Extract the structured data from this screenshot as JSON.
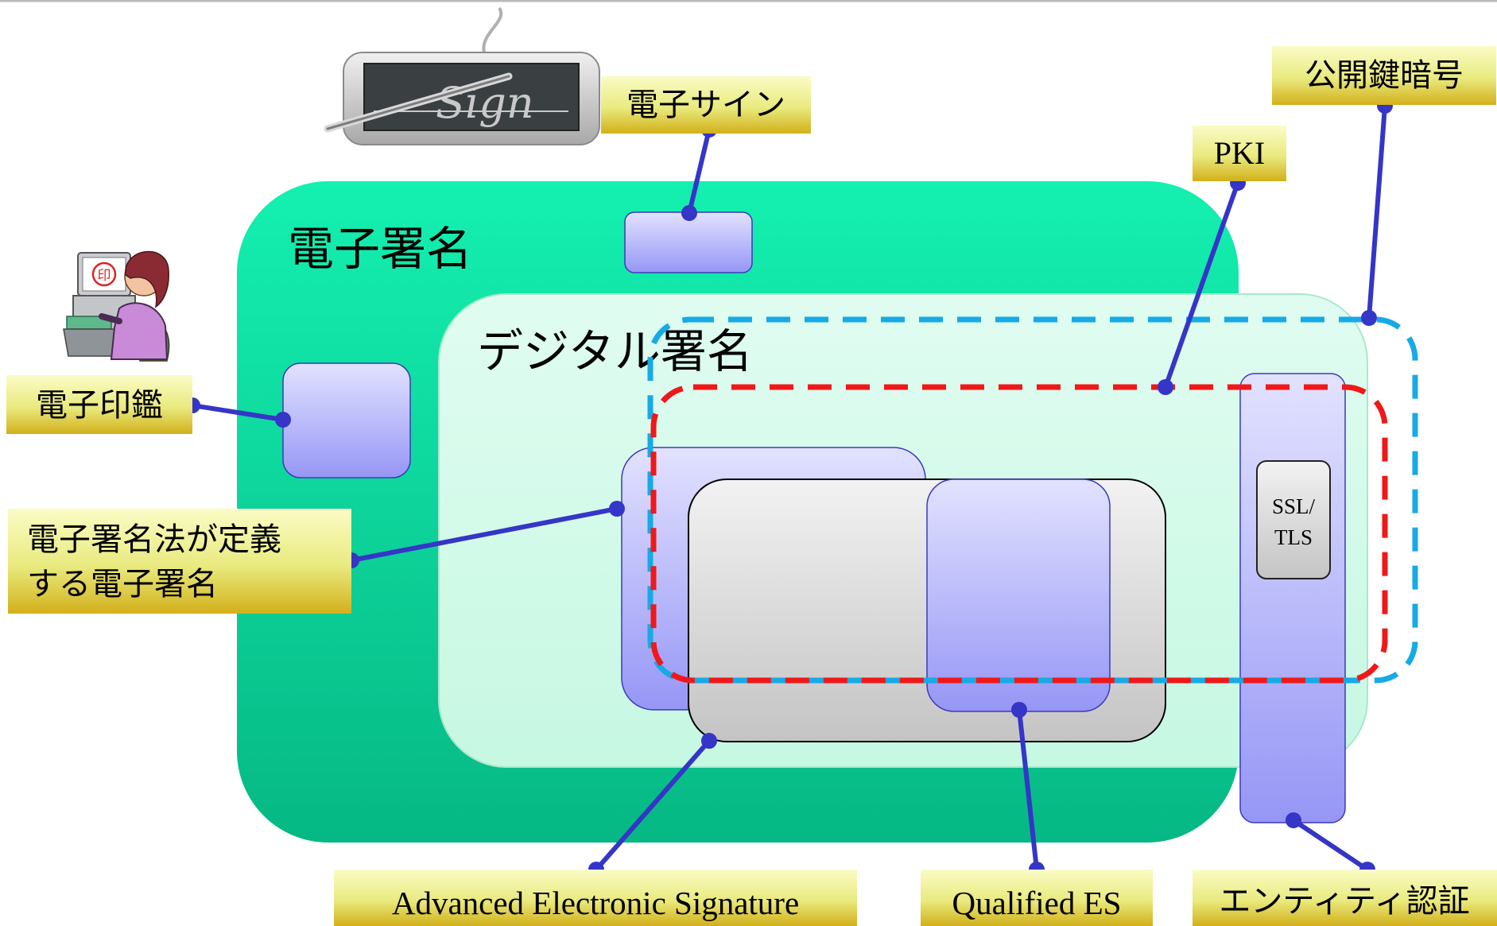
{
  "regions": {
    "electronic_signature": "電子署名",
    "digital_signature": "デジタル署名"
  },
  "boxes": {
    "ssl_tls_line1": "SSL/",
    "ssl_tls_line2": "TLS"
  },
  "labels": {
    "esign": "電子サイン",
    "public_key_crypto": "公開鍵暗号",
    "pki": "PKI",
    "electronic_seal": "電子印鑑",
    "esig_law_line1": "電子署名法が定義",
    "esig_law_line2": "する電子署名",
    "advanced_es": "Advanced Electronic Signature",
    "qualified_es": "Qualified ES",
    "entity_auth": "エンティティ認証"
  },
  "illustrations": {
    "signature_pad": {
      "icon": "signature-pad-icon",
      "text": "Sign"
    },
    "seal_user": {
      "icon": "person-at-computer-icon",
      "text": "印"
    }
  },
  "colors": {
    "outer_region": "#0ccf94",
    "inner_region": "#d2fbea",
    "callout_box": "#b6b6fb",
    "gray_box": "#d3d3d3",
    "connector": "#3535c8",
    "pki_dash": "#f01818",
    "public_key_dash": "#16aae6",
    "label_top": "#f7f9b8",
    "label_bottom": "#d6b81c"
  }
}
